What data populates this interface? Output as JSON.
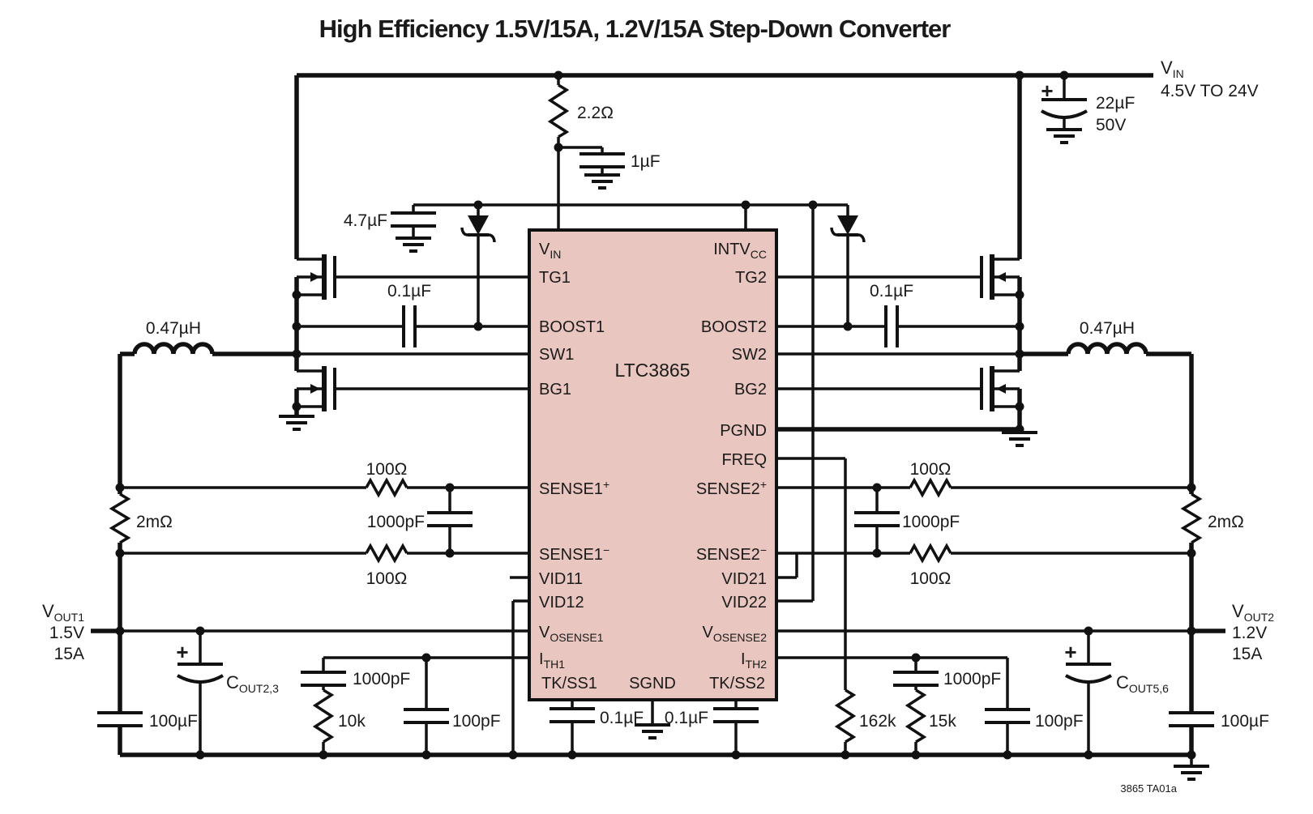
{
  "title": "High Efficiency 1.5V/15A, 1.2V/15A Step-Down Converter",
  "ic": {
    "name": "LTC3865",
    "pins_left": [
      {
        "main": "V",
        "sub": "IN"
      },
      {
        "main": "TG1"
      },
      {
        "main": "BOOST1"
      },
      {
        "main": "SW1"
      },
      {
        "main": "BG1"
      },
      {
        "main": "SENSE1",
        "sup": "+"
      },
      {
        "main": "SENSE1",
        "sup": "−"
      },
      {
        "main": "VID11"
      },
      {
        "main": "VID12"
      },
      {
        "main": "V",
        "sub": "OSENSE1"
      },
      {
        "main": "I",
        "sub": "TH1"
      },
      {
        "main": "TK/SS1"
      }
    ],
    "pins_right": [
      {
        "main": "INTV",
        "sub": "CC"
      },
      {
        "main": "TG2"
      },
      {
        "main": "BOOST2"
      },
      {
        "main": "SW2"
      },
      {
        "main": "BG2"
      },
      {
        "main": "PGND"
      },
      {
        "main": "FREQ"
      },
      {
        "main": "SENSE2",
        "sup": "+"
      },
      {
        "main": "SENSE2",
        "sup": "−"
      },
      {
        "main": "VID21"
      },
      {
        "main": "VID22"
      },
      {
        "main": "V",
        "sub": "OSENSE2"
      },
      {
        "main": "I",
        "sub": "TH2"
      },
      {
        "main": "TK/SS2"
      }
    ],
    "pin_bottom": "SGND"
  },
  "supplies": {
    "vin": {
      "sym_main": "V",
      "sym_sub": "IN",
      "range": "4.5V TO 24V"
    },
    "vout1": {
      "sym_main": "V",
      "sym_sub": "OUT1",
      "volts": "1.5V",
      "amps": "15A"
    },
    "vout2": {
      "sym_main": "V",
      "sym_sub": "OUT2",
      "volts": "1.2V",
      "amps": "15A"
    }
  },
  "components": {
    "r_input": "2.2Ω",
    "c_filter": "1µF",
    "c_intvcc": "4.7µF",
    "c_bulk": "22µF",
    "c_bulk_rating": "50V",
    "c_boost1": "0.1µF",
    "c_boost2": "0.1µF",
    "l1": "0.47µH",
    "l2": "0.47µH",
    "r_sense1_top": "100Ω",
    "r_sense1_bot": "100Ω",
    "c_sense1": "1000pF",
    "r_sense2_top": "100Ω",
    "r_sense2_bot": "100Ω",
    "c_sense2": "1000pF",
    "r_shunt1": "2mΩ",
    "r_shunt2": "2mΩ",
    "cout1_plus": "+",
    "cout1_sym_main": "C",
    "cout1_sym_sub": "OUT2,3",
    "c_out1": "100µF",
    "c_comp1": "1000pF",
    "r_comp1": "10k",
    "c_hf1": "100pF",
    "c_ss1": "0.1µF",
    "c_ss2": "0.1µF",
    "r_freq": "162k",
    "c_comp2": "1000pF",
    "r_comp2": "15k",
    "c_hf2": "100pF",
    "cout2_plus": "+",
    "cout2_sym_main": "C",
    "cout2_sym_sub": "OUT5,6",
    "c_out2": "100µF",
    "c_bulk_plus": "+"
  },
  "note": "3865 TA01a",
  "colors": {
    "ic_fill": "#e9c6bf",
    "wire": "#111111",
    "background": "#ffffff"
  }
}
